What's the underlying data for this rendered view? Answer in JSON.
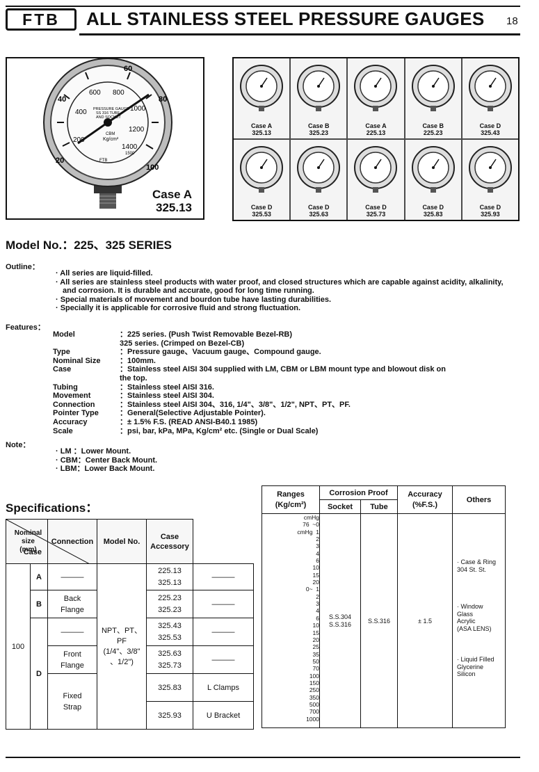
{
  "header": {
    "logo": "FTB",
    "title": "ALL STAINLESS STEEL PRESSURE GAUGES",
    "page": "18"
  },
  "main_photo": {
    "label_line1": "Case A",
    "label_line2": "325.13",
    "dial": {
      "outer_ticks": [
        "20",
        "40",
        "60",
        "80",
        "100"
      ],
      "inner_ticks": [
        "200",
        "400",
        "600",
        "800",
        "1000",
        "1200",
        "1400"
      ],
      "dial_text1": "PRESSURE GAUGE",
      "dial_text2": "SS 316 TUBE",
      "dial_text3": "AND SOCKET",
      "unit1": "CBM",
      "unit2": "Kg/cm²",
      "end": "1500",
      "brand": "FTB"
    }
  },
  "case_grid": [
    {
      "case": "Case A",
      "code": "325.13"
    },
    {
      "case": "Case B",
      "code": "325.23"
    },
    {
      "case": "Case A",
      "code": "225.13"
    },
    {
      "case": "Case B",
      "code": "225.23"
    },
    {
      "case": "Case D",
      "code": "325.43"
    },
    {
      "case": "Case D",
      "code": "325.53"
    },
    {
      "case": "Case D",
      "code": "325.63"
    },
    {
      "case": "Case D",
      "code": "325.73"
    },
    {
      "case": "Case D",
      "code": "325.83"
    },
    {
      "case": "Case D",
      "code": "325.93"
    }
  ],
  "model_title": "Model No.：225、325 SERIES",
  "outline": {
    "label": "Outline：",
    "items": [
      "· All series are liquid-filled.",
      "· All series are stainless steel products with water proof, and closed structures which are capable against acidity, alkalinity, and corrosion. It is durable and accurate, good for long time running.",
      "· Special materials of movement and bourdon tube have lasting durabilities.",
      "· Specially it is applicable for corrosive fluid and strong fluctuation."
    ]
  },
  "features": {
    "label": "Features：",
    "rows": [
      {
        "k": "Model",
        "v": "：225 series. (Push Twist Removable Bezel-RB)"
      },
      {
        "k": "",
        "v": "  325 series. (Crimped on Bezel-CB)"
      },
      {
        "k": "Type",
        "v": "：Pressure gauge、Vacuum gauge、Compound gauge."
      },
      {
        "k": "Nominal Size",
        "v": "：100mm."
      },
      {
        "k": "Case",
        "v": "：Stainless steel AISI 304 supplied with LM, CBM or LBM mount type and blowout disk on"
      },
      {
        "k": "",
        "v": "  the top."
      },
      {
        "k": "Tubing",
        "v": "：Stainless steel AISI 316."
      },
      {
        "k": "Movement",
        "v": "：Stainless steel AISI 304."
      },
      {
        "k": "Connection",
        "v": "：Stainless steel AISI 304、316, 1/4\"、3/8\"、1/2\", NPT、PT、PF."
      },
      {
        "k": "Pointer Type",
        "v": "：General(Selective Adjustable Pointer)."
      },
      {
        "k": "Accuracy",
        "v": "：± 1.5% F.S. (READ ANSI-B40.1 1985)"
      },
      {
        "k": "Scale",
        "v": "：psi, bar, kPa, MPa, Kg/cm² etc. (Single or Dual Scale)"
      }
    ]
  },
  "note": {
    "label": "Note：",
    "items": [
      "· LM   ：Lower Mount.",
      "· CBM：Center Back Mount.",
      "· LBM：Lower Back Mount."
    ]
  },
  "spec_title": "Specifications：",
  "spec_table": {
    "h_nominal": "Nominal size",
    "h_mm": "(mm)",
    "h_case": "Case",
    "h_connection": "Connection",
    "h_model": "Model No.",
    "h_accessory_1": "Case",
    "h_accessory_2": "Accessory",
    "size": "100",
    "case_a": "A",
    "case_b": "B",
    "case_d": "D",
    "dash": "———",
    "back_flange_1": "Back",
    "back_flange_2": "Flange",
    "front_flange_1": "Front",
    "front_flange_2": "Flange",
    "fixed_strap_1": "Fixed",
    "fixed_strap_2": "Strap",
    "connection_1": "NPT、PT、PF",
    "connection_2": "(1/4\"、3/8\"",
    "connection_3": "、1/2\")",
    "m_225_13": "225.13",
    "m_325_13": "325.13",
    "m_225_23": "225.23",
    "m_325_23": "325.23",
    "m_325_43": "325.43",
    "m_325_53": "325.53",
    "m_325_63": "325.63",
    "m_325_73": "325.73",
    "m_325_83": "325.83",
    "m_325_93": "325.93",
    "l_clamps": "L Clamps",
    "u_bracket": "U Bracket"
  },
  "range_table": {
    "h_ranges_1": "Ranges",
    "h_ranges_2": "(Kg/cm²)",
    "h_corrosion": "Corrosion Proof",
    "h_socket": "Socket",
    "h_tube": "Tube",
    "h_accuracy_1": "Accuracy",
    "h_accuracy_2": "(%F.S.)",
    "h_others": "Others",
    "ranges": [
      "cmHg",
      "76  ~0",
      "cmHg  1",
      "2",
      "3",
      "4",
      "6",
      "10",
      "15",
      "20",
      "0~  1",
      "2",
      "3",
      "4",
      "6",
      "10",
      "15",
      "20",
      "25",
      "35",
      "50",
      "70",
      "100",
      "150",
      "250",
      "350",
      "500",
      "700",
      "1000"
    ],
    "socket_1": "S.S.304",
    "socket_2": "S.S.316",
    "tube": "S.S.316",
    "accuracy": "± 1.5",
    "others_1": [
      "· Case & Ring",
      "304 St. St."
    ],
    "others_2": [
      "· Window",
      "Glass",
      "Acrylic",
      "(ASA LENS)"
    ],
    "others_3": [
      "· Liquid Filled",
      "Glycerine",
      "Silicon"
    ]
  }
}
